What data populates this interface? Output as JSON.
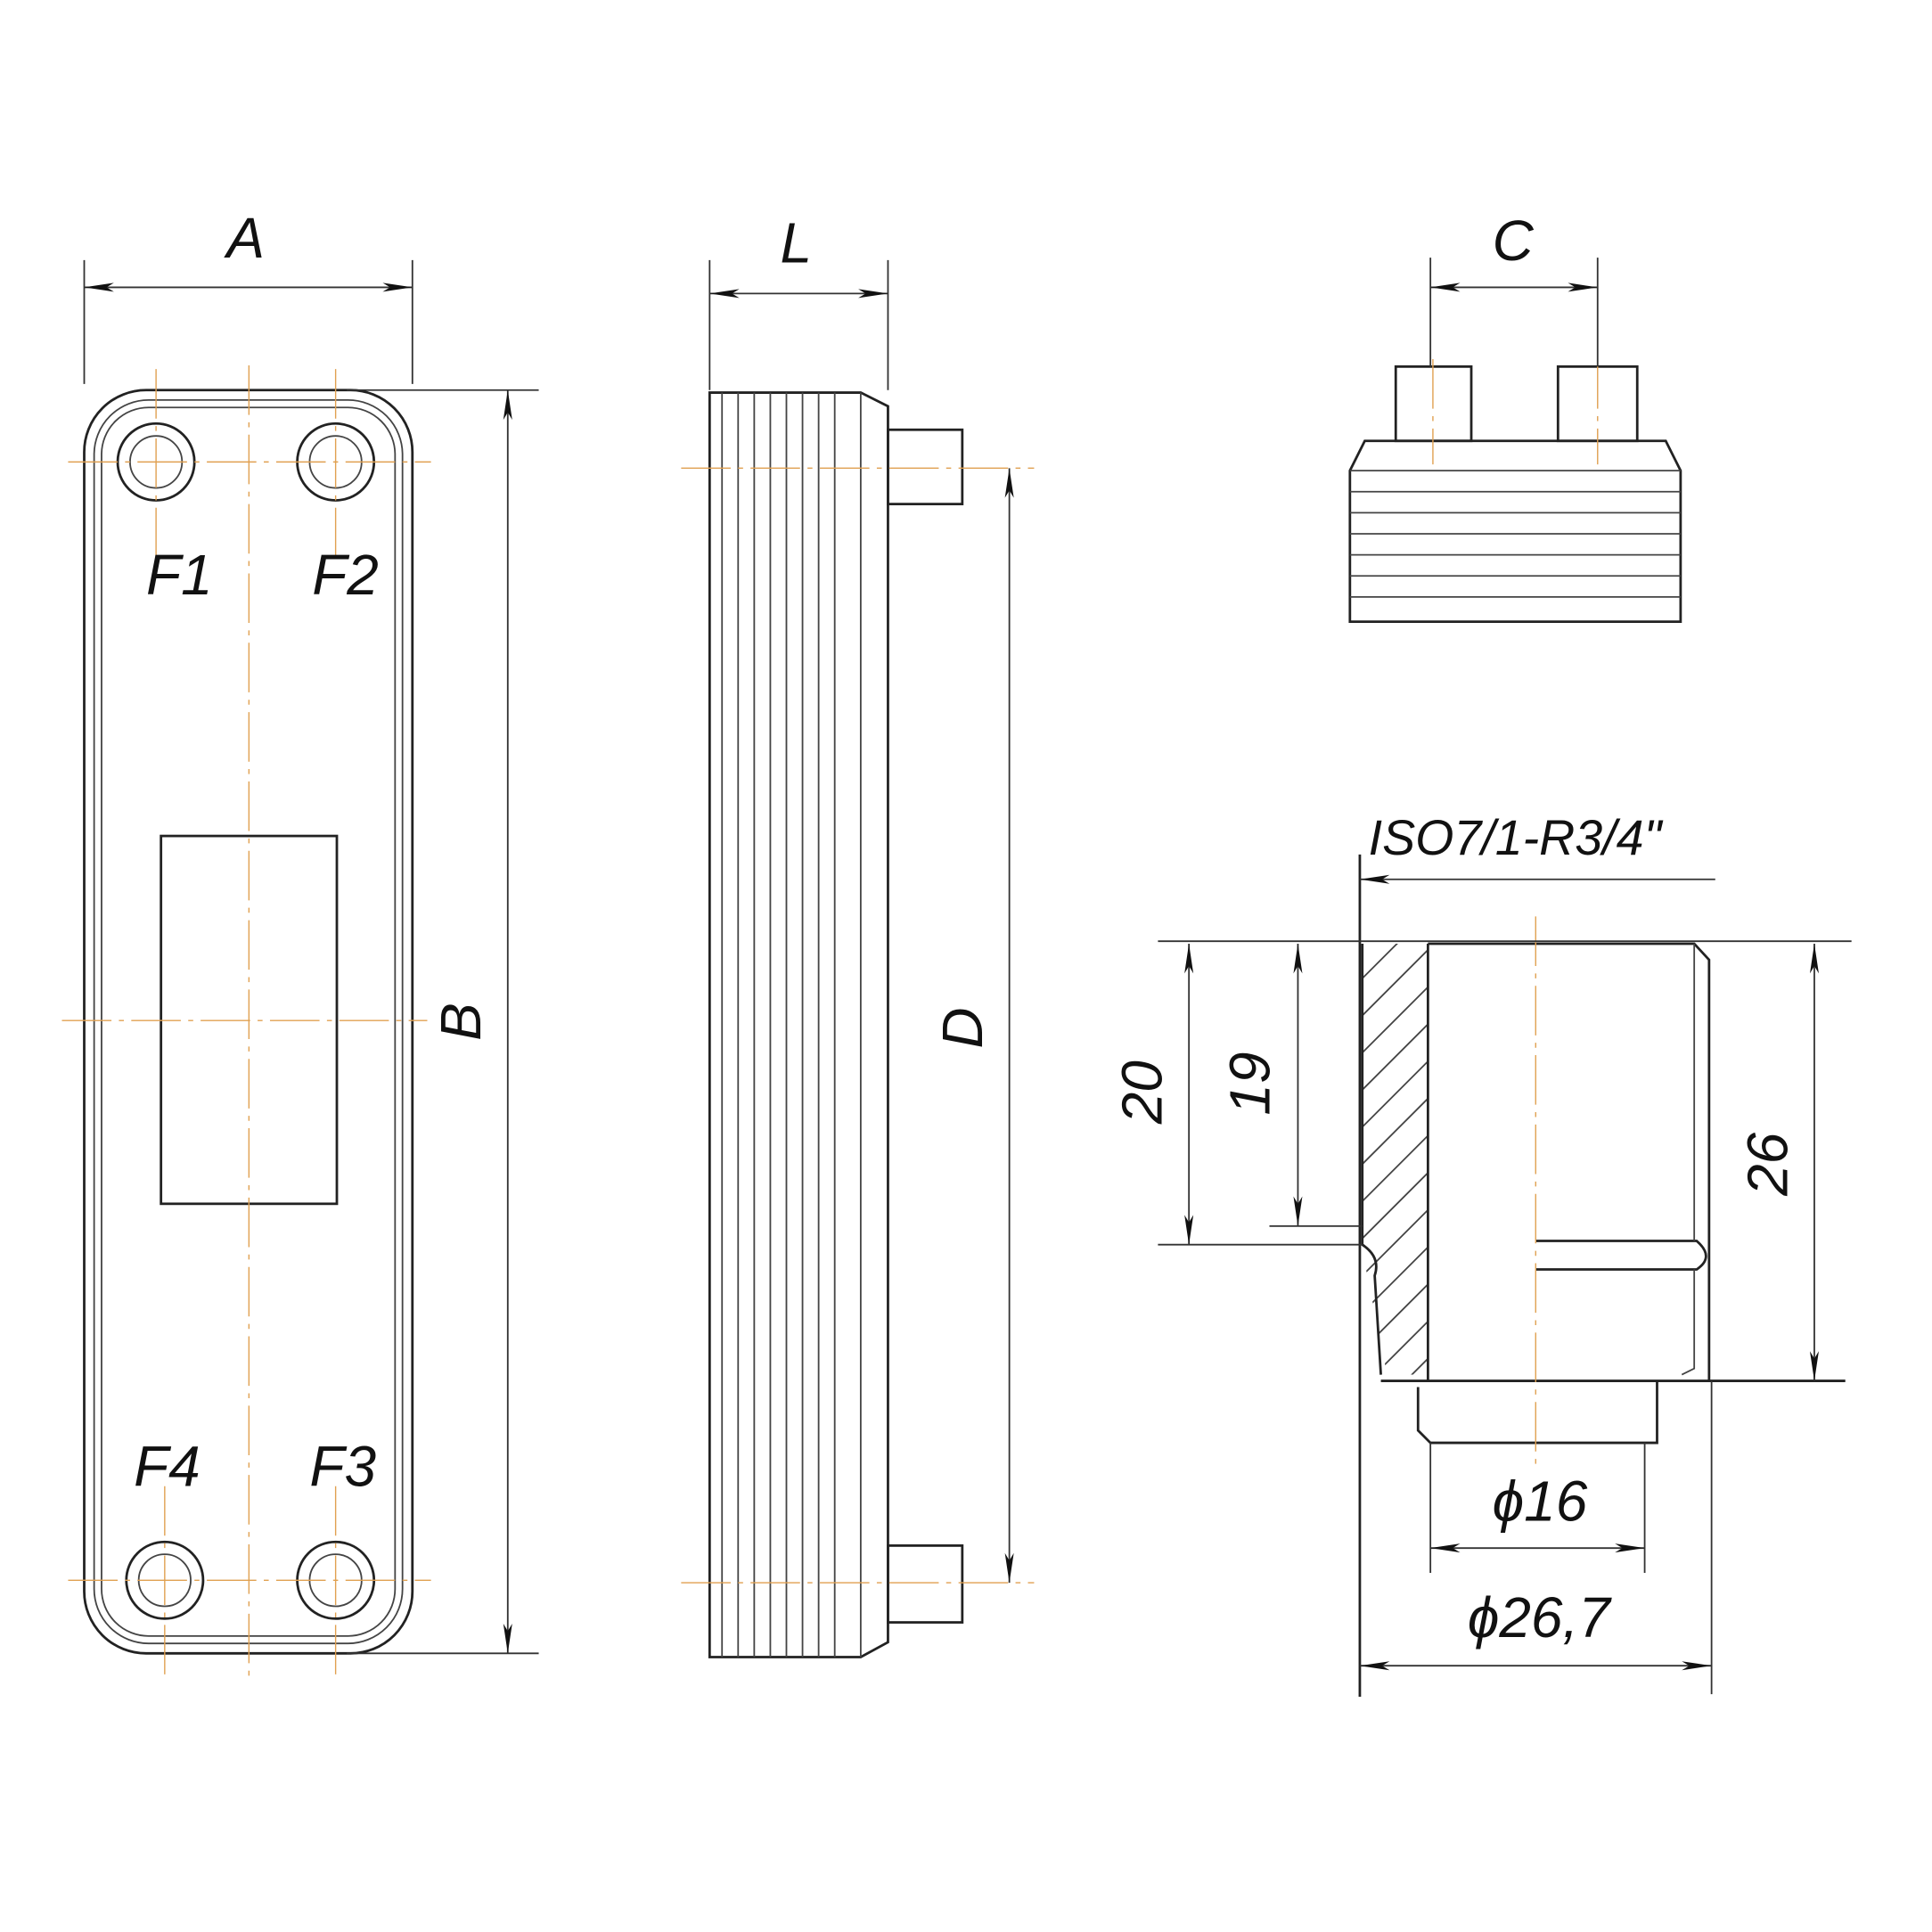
{
  "front_view": {
    "dim_width": "A",
    "dim_height": "B",
    "ports": [
      "F1",
      "F2",
      "F3",
      "F4"
    ]
  },
  "side_view": {
    "dim_thickness": "L",
    "dim_port_distance": "D"
  },
  "top_view": {
    "dim_port_spacing": "C"
  },
  "connection_detail": {
    "thread_label": "ISO7/1-R3/4\"",
    "dim_20": "20",
    "dim_19": "19",
    "dim_26": "26",
    "dim_inner_diameter": "ϕ16",
    "dim_outer_diameter": "ϕ26,7"
  },
  "colors": {
    "line": "#222222",
    "center_line": "#e0a050"
  }
}
